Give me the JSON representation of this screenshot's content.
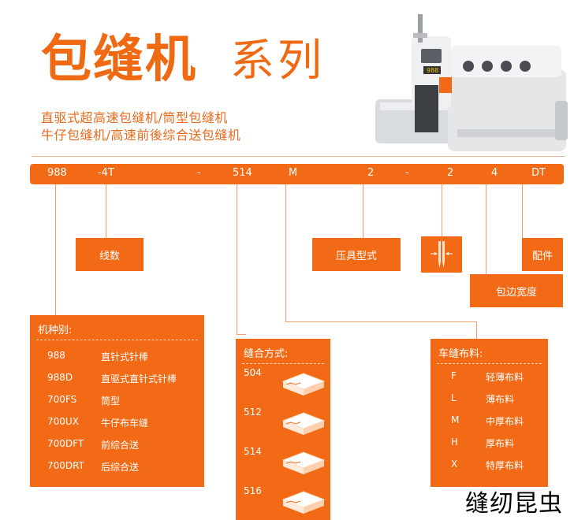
{
  "header": {
    "title_main": "包缝机",
    "title_series": "系列",
    "subtitle_line1": "直驱式超高速包缝机/筒型包缝机",
    "subtitle_line2": "牛仔包缝机/高速前後综合送包缝机"
  },
  "code_bar": {
    "seg_988": "988",
    "seg_4t": "-4T",
    "dash1": "-",
    "seg_514": "514",
    "seg_m": "M",
    "seg_2a": "2",
    "dash2": "-",
    "seg_2b": "2",
    "seg_4": "4",
    "seg_dt": "DT"
  },
  "labels": {
    "thread_count": "线数",
    "presser_type": "压具型式",
    "accessory": "配件",
    "edge_width": "包边宽度"
  },
  "machine_types": {
    "heading": "机种别:",
    "items": [
      {
        "code": "988",
        "desc": "直针式针棒"
      },
      {
        "code": "988D",
        "desc": "直驱式直针式针棒"
      },
      {
        "code": "700FS",
        "desc": "筒型"
      },
      {
        "code": "700UX",
        "desc": "牛仔布车缝"
      },
      {
        "code": "700DFT",
        "desc": "前综合送"
      },
      {
        "code": "700DRT",
        "desc": "后综合送"
      }
    ]
  },
  "stitch_types": {
    "heading": "缝合方式:",
    "items": [
      "504",
      "512",
      "514",
      "516"
    ]
  },
  "materials": {
    "heading": "车缝布料:",
    "items": [
      {
        "code": "F",
        "desc": "轻薄布料"
      },
      {
        "code": "L",
        "desc": "薄布料"
      },
      {
        "code": "M",
        "desc": "中厚布料"
      },
      {
        "code": "H",
        "desc": "厚布料"
      },
      {
        "code": "X",
        "desc": "特厚布料"
      }
    ]
  },
  "machine_panel": {
    "display": "988"
  },
  "watermark": "缝纫昆虫",
  "colors": {
    "accent": "#f26a15",
    "line": "#f0a070"
  }
}
